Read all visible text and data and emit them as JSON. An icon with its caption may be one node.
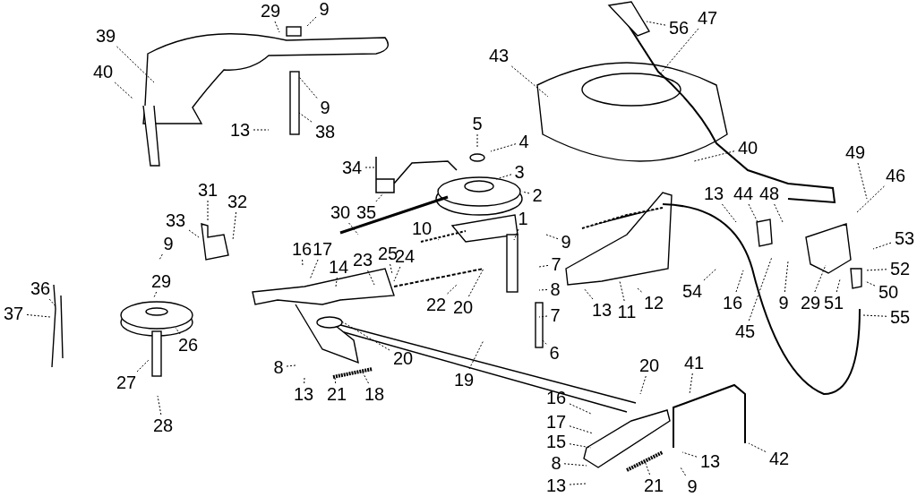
{
  "diagram": {
    "nodes": [
      {
        "text": [
          "9"
        ]
      },
      {
        "text": [
          "29"
        ]
      },
      {
        "text": [
          "56"
        ]
      },
      {
        "text": [
          "47"
        ]
      },
      {
        "text": [
          "39"
        ]
      },
      {
        "text": [
          "43"
        ]
      },
      {
        "text": [
          "40"
        ]
      },
      {
        "text": [
          "9"
        ]
      },
      {
        "text": [
          "13"
        ]
      },
      {
        "text": [
          "38"
        ]
      },
      {
        "text": [
          "5"
        ]
      },
      {
        "text": [
          "4"
        ]
      },
      {
        "text": [
          "40"
        ]
      },
      {
        "text": [
          "49"
        ]
      },
      {
        "text": [
          "3"
        ]
      },
      {
        "text": [
          "34"
        ]
      },
      {
        "text": [
          "46"
        ]
      },
      {
        "text": [
          "2"
        ]
      },
      {
        "text": [
          "13"
        ]
      },
      {
        "text": [
          "44"
        ]
      },
      {
        "text": [
          "48"
        ]
      },
      {
        "text": [
          "31"
        ]
      },
      {
        "text": [
          "32"
        ]
      },
      {
        "text": [
          "33"
        ]
      },
      {
        "text": [
          "30"
        ]
      },
      {
        "text": [
          "35"
        ]
      },
      {
        "text": [
          "1"
        ]
      },
      {
        "text": [
          "10"
        ]
      },
      {
        "text": [
          "53"
        ]
      },
      {
        "text": [
          "9"
        ]
      },
      {
        "text": [
          "9"
        ]
      },
      {
        "text": [
          "16"
        ]
      },
      {
        "text": [
          "17"
        ]
      },
      {
        "text": [
          "25"
        ]
      },
      {
        "text": [
          "24"
        ]
      },
      {
        "text": [
          "23"
        ]
      },
      {
        "text": [
          "7"
        ]
      },
      {
        "text": [
          "14"
        ]
      },
      {
        "text": [
          "52"
        ]
      },
      {
        "text": [
          "29"
        ]
      },
      {
        "text": [
          "36"
        ]
      },
      {
        "text": [
          "8"
        ]
      },
      {
        "text": [
          "13"
        ]
      },
      {
        "text": [
          "11"
        ]
      },
      {
        "text": [
          "12"
        ]
      },
      {
        "text": [
          "22"
        ]
      },
      {
        "text": [
          "20"
        ]
      },
      {
        "text": [
          "54"
        ]
      },
      {
        "text": [
          "16"
        ]
      },
      {
        "text": [
          "9"
        ]
      },
      {
        "text": [
          "29"
        ]
      },
      {
        "text": [
          "51"
        ]
      },
      {
        "text": [
          "50"
        ]
      },
      {
        "text": [
          "37"
        ]
      },
      {
        "text": [
          "7"
        ]
      },
      {
        "text": [
          "55"
        ]
      },
      {
        "text": [
          "45"
        ]
      },
      {
        "text": [
          "26"
        ]
      },
      {
        "text": [
          "6"
        ]
      },
      {
        "text": [
          "20"
        ]
      },
      {
        "text": [
          "8"
        ]
      },
      {
        "text": [
          "41"
        ]
      },
      {
        "text": [
          "20"
        ]
      },
      {
        "text": [
          "18"
        ]
      },
      {
        "text": [
          "19"
        ]
      },
      {
        "text": [
          "27"
        ]
      },
      {
        "text": [
          "21"
        ]
      },
      {
        "text": [
          "13"
        ]
      },
      {
        "text": [
          "16"
        ]
      },
      {
        "text": [
          "17"
        ]
      },
      {
        "text": [
          "28"
        ]
      },
      {
        "text": [
          "15"
        ]
      },
      {
        "text": [
          "42"
        ]
      },
      {
        "text": [
          "13"
        ]
      },
      {
        "text": [
          "8"
        ]
      },
      {
        "text": [
          "13"
        ]
      },
      {
        "text": [
          "21"
        ]
      },
      {
        "text": [
          "9"
        ]
      }
    ],
    "edges": [
      {
        "from": 0,
        "to": null,
        "arrow": "none"
      },
      {
        "from": 1,
        "to": null,
        "arrow": "none"
      },
      {
        "from": 2,
        "to": null,
        "arrow": "none"
      },
      {
        "from": 3,
        "to": null,
        "arrow": "none"
      },
      {
        "from": 4,
        "to": null,
        "arrow": "none"
      },
      {
        "from": 5,
        "to": null,
        "arrow": "none"
      },
      {
        "from": 6,
        "to": null,
        "arrow": "none"
      },
      {
        "from": 7,
        "to": null,
        "arrow": "none"
      },
      {
        "from": 8,
        "to": null,
        "arrow": "none"
      },
      {
        "from": 9,
        "to": null,
        "arrow": "none"
      },
      {
        "from": 10,
        "to": null,
        "arrow": "none"
      },
      {
        "from": 11,
        "to": null,
        "arrow": "none"
      },
      {
        "from": 12,
        "to": null,
        "arrow": "none"
      },
      {
        "from": 13,
        "to": null,
        "arrow": "none"
      },
      {
        "from": 14,
        "to": null,
        "arrow": "none"
      },
      {
        "from": 15,
        "to": null,
        "arrow": "none"
      },
      {
        "from": 16,
        "to": null,
        "arrow": "none"
      },
      {
        "from": 17,
        "to": null,
        "arrow": "none"
      },
      {
        "from": 18,
        "to": null,
        "arrow": "none"
      },
      {
        "from": 19,
        "to": null,
        "arrow": "none"
      },
      {
        "from": 20,
        "to": null,
        "arrow": "none"
      },
      {
        "from": 21,
        "to": null,
        "arrow": "none"
      },
      {
        "from": 22,
        "to": null,
        "arrow": "none"
      },
      {
        "from": 23,
        "to": null,
        "arrow": "none"
      },
      {
        "from": 24,
        "to": null,
        "arrow": "none"
      },
      {
        "from": 25,
        "to": null,
        "arrow": "none"
      },
      {
        "from": 26,
        "to": null,
        "arrow": "none"
      },
      {
        "from": 27,
        "to": null,
        "arrow": "none"
      },
      {
        "from": 28,
        "to": null,
        "arrow": "none"
      },
      {
        "from": 29,
        "to": null,
        "arrow": "none"
      },
      {
        "from": 30,
        "to": null,
        "arrow": "none"
      },
      {
        "from": 31,
        "to": null,
        "arrow": "none"
      },
      {
        "from": 32,
        "to": null,
        "arrow": "none"
      },
      {
        "from": 33,
        "to": null,
        "arrow": "none"
      },
      {
        "from": 34,
        "to": null,
        "arrow": "none"
      },
      {
        "from": 35,
        "to": null,
        "arrow": "none"
      },
      {
        "from": 36,
        "to": null,
        "arrow": "none"
      },
      {
        "from": 37,
        "to": null,
        "arrow": "none"
      },
      {
        "from": 38,
        "to": null,
        "arrow": "none"
      },
      {
        "from": 39,
        "to": null,
        "arrow": "none"
      },
      {
        "from": 40,
        "to": null,
        "arrow": "none"
      },
      {
        "from": 41,
        "to": null,
        "arrow": "none"
      },
      {
        "from": 42,
        "to": null,
        "arrow": "none"
      },
      {
        "from": 43,
        "to": null,
        "arrow": "none"
      },
      {
        "from": 44,
        "to": null,
        "arrow": "none"
      },
      {
        "from": 45,
        "to": null,
        "arrow": "none"
      },
      {
        "from": 46,
        "to": null,
        "arrow": "none"
      },
      {
        "from": 47,
        "to": null,
        "arrow": "none"
      },
      {
        "from": 48,
        "to": null,
        "arrow": "none"
      },
      {
        "from": 49,
        "to": null,
        "arrow": "none"
      },
      {
        "from": 50,
        "to": null,
        "arrow": "none"
      },
      {
        "from": 51,
        "to": null,
        "arrow": "none"
      },
      {
        "from": 52,
        "to": null,
        "arrow": "none"
      },
      {
        "from": 53,
        "to": null,
        "arrow": "none"
      },
      {
        "from": 54,
        "to": null,
        "arrow": "none"
      },
      {
        "from": 55,
        "to": null,
        "arrow": "none"
      },
      {
        "from": 56,
        "to": null,
        "arrow": "none"
      },
      {
        "from": 57,
        "to": null,
        "arrow": "none"
      },
      {
        "from": 58,
        "to": null,
        "arrow": "none"
      },
      {
        "from": 59,
        "to": null,
        "arrow": "none"
      },
      {
        "from": 60,
        "to": null,
        "arrow": "none"
      },
      {
        "from": 61,
        "to": null,
        "arrow": "none"
      },
      {
        "from": 62,
        "to": null,
        "arrow": "none"
      },
      {
        "from": 63,
        "to": null,
        "arrow": "none"
      },
      {
        "from": 64,
        "to": null,
        "arrow": "none"
      },
      {
        "from": 65,
        "to": null,
        "arrow": "none"
      },
      {
        "from": 66,
        "to": null,
        "arrow": "none"
      },
      {
        "from": 67,
        "to": null,
        "arrow": "none"
      },
      {
        "from": 68,
        "to": null,
        "arrow": "none"
      },
      {
        "from": 69,
        "to": null,
        "arrow": "none"
      },
      {
        "from": 70,
        "to": null,
        "arrow": "none"
      },
      {
        "from": 71,
        "to": null,
        "arrow": "none"
      },
      {
        "from": 72,
        "to": null,
        "arrow": "none"
      },
      {
        "from": 73,
        "to": null,
        "arrow": "none"
      },
      {
        "from": 74,
        "to": null,
        "arrow": "none"
      },
      {
        "from": 75,
        "to": null,
        "arrow": "none"
      },
      {
        "from": 76,
        "to": null,
        "arrow": "none"
      },
      {
        "from": 77,
        "to": null,
        "arrow": "none"
      }
    ]
  }
}
